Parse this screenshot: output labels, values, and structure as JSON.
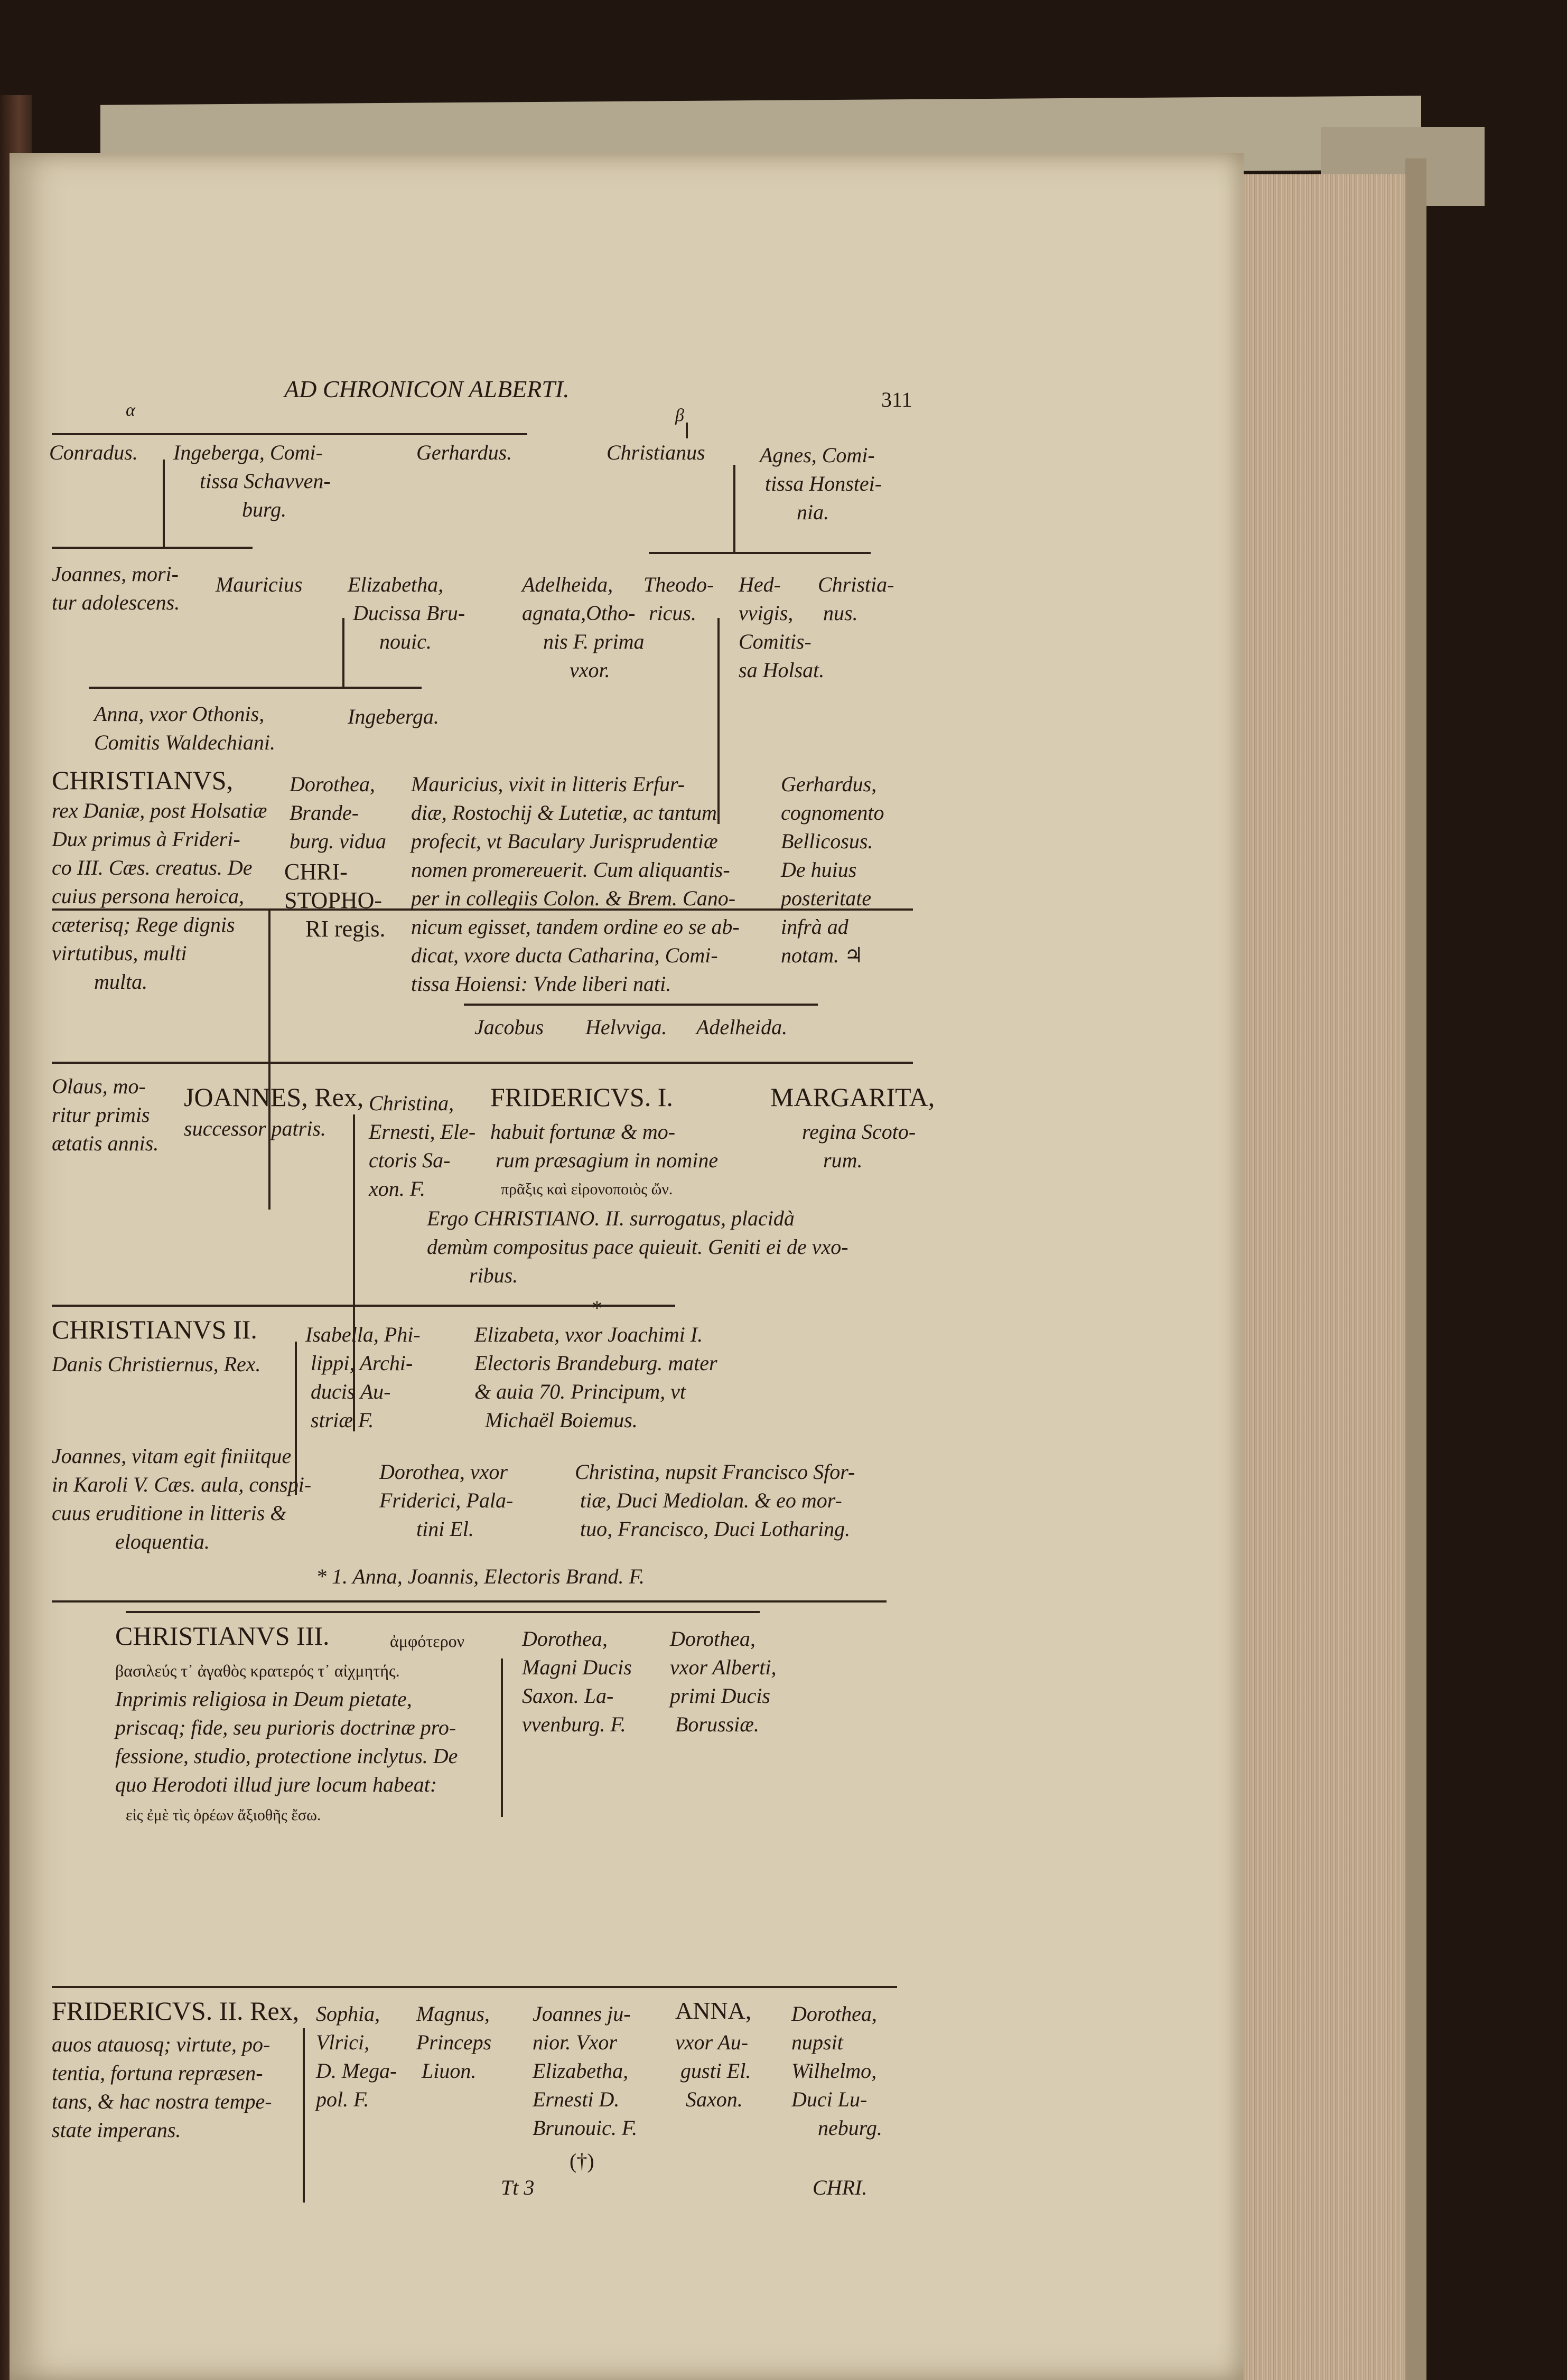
{
  "header": {
    "title": "AD CHRONICON ALBERTI.",
    "page_number": "311",
    "marker_alpha": "α",
    "marker_beta": "β"
  },
  "section1": {
    "conradus": "Conradus.",
    "ingeberga": [
      "Ingeberga, Comi-",
      "tissa Schavven-",
      "burg."
    ],
    "gerhardus": "Gerhardus.",
    "christianus": "Christianus",
    "agnes": [
      "Agnes, Comi-",
      "tissa Honstei-",
      "nia."
    ],
    "joannes": [
      "Joannes, mori-",
      "tur adolescens."
    ],
    "mauricius": "Mauricius",
    "elizabetha": [
      "Elizabetha,",
      "Ducissa Bru-",
      "nouic."
    ],
    "adelheida": [
      "Adelheida,",
      "agnata,Otho-",
      "nis F. prima",
      "vxor."
    ],
    "theodoricus": [
      "Theodo-",
      "ricus."
    ],
    "hedwigis": [
      "Hed-",
      "vvigis,",
      "Comitis-",
      "sa Holsat."
    ],
    "christianus2": [
      "Christia-",
      "nus."
    ],
    "anna": [
      "Anna, vxor Othonis,",
      "Comitis Waldechiani."
    ],
    "ingeberga2": "Ingeberga."
  },
  "section2": {
    "name": "CHRISTIANVS,",
    "desc": [
      "rex Daniæ, post Holsatiæ",
      "Dux primus à Frideri-",
      "co III. Cæs. creatus. De",
      "cuius persona heroica,",
      "cæterisq; Rege dignis",
      "virtutibus, multi",
      "multa."
    ],
    "dorothea": [
      "Dorothea,",
      "Brande-",
      "burg. vidua"
    ],
    "christophori": [
      "CHRI-",
      "STOPHO-",
      "RI regis."
    ],
    "mauricius": [
      "Mauricius, vixit in litteris Erfur-",
      "diæ, Rostochij & Lutetiæ, ac tantum",
      "profecit, vt Baculary Jurisprudentiæ",
      "nomen promereuerit. Cum aliquantis-",
      "per in collegiis Colon. & Brem. Cano-",
      "nicum egisset, tandem ordine eo se ab-",
      "dicat, vxore ducta Catharina, Comi-",
      "tissa Hoiensi: Vnde liberi nati."
    ],
    "gerhardus": [
      "Gerhardus,",
      "cognomento",
      "Bellicosus.",
      "De huius",
      "posteritate",
      "infrà ad",
      "notam. ♃"
    ],
    "children": [
      "Jacobus",
      "Helvvigа.",
      "Adelheida."
    ]
  },
  "section3": {
    "olaus": [
      "Olaus, mo-",
      "ritur primis",
      "ætatis annis."
    ],
    "joannes": "JOANNES, Rex,",
    "joannes_desc": "successor patris.",
    "christina": [
      "Christina,",
      "Ernesti, Ele-",
      "ctoris Sa-",
      "xon. F."
    ],
    "fridericus": "FRIDERICVS. I.",
    "fridericus_desc": [
      "habuit fortunæ & mo-",
      "rum præsagium in nomine"
    ],
    "greek": "πρᾶξις καὶ εἰρονοποιὸς ὤν.",
    "ergo": [
      "Ergo CHRISTIANO. II. surrogatus, placidà",
      "demùm compositus pace quieuit. Geniti ei de vxo-",
      "ribus."
    ],
    "margarita": "MARGARITA,",
    "margarita_desc": [
      "regina Scoto-",
      "rum."
    ],
    "asterisk": "*"
  },
  "section4": {
    "name": "CHRISTIANVS II.",
    "desc": "Danis Christiernus, Rex.",
    "isabella": [
      "Isabella, Phi-",
      "lippi, Archi-",
      "ducis Au-",
      "striæ F."
    ],
    "elizabeta": [
      "Elizabeta, vxor Joachimi I.",
      "Electoris Brandeburg. mater",
      "& auia 70. Principum, vt",
      "Michaël Boiemus."
    ]
  },
  "section5": {
    "joannes": [
      "Joannes, vitam egit finiitque",
      "in Karoli V. Cæs. aula, conspi-",
      "cuus eruditione in litteris &",
      "eloquentia."
    ],
    "dorothea": [
      "Dorothea, vxor",
      "Friderici, Pala-",
      "tini El."
    ],
    "christina": [
      "Christina, nupsit Francisco Sfor-",
      "tiæ, Duci Mediolan. & eo mor-",
      "tuo, Francisco, Duci Lotharing."
    ],
    "footnote": "* 1. Anna, Joannis, Electoris Brand. F."
  },
  "section6": {
    "name": "CHRISTIANVS III.",
    "greek1": "ἀμφότερον",
    "greek2": "βασιλεύς τ᾽ ἀγαθὸς κρατερός τ᾽ αἰχμητής.",
    "desc": [
      "Inprimis religiosa in Deum pietate,",
      "priscaq; fide, seu purioris doctrinæ pro-",
      "fessione, studio, protectione inclytus. De",
      "quo Herodoti illud jure locum habeat:"
    ],
    "greek3": "εἰς ἐμὲ τὶς ὀρέων ἄξιοθῆς ἔσω.",
    "dorothea1": [
      "Dorothea,",
      "Magni Ducis",
      "Saxon. La-",
      "vvenburg. F."
    ],
    "dorothea2": [
      "Dorothea,",
      "vxor Alberti,",
      "primi Ducis",
      "Borussiæ."
    ]
  },
  "section7": {
    "name": "FRIDERICVS. II. Rex,",
    "desc": [
      "auos atauosq; virtute, po-",
      "tentia, fortuna repræsen-",
      "tans, & hac nostra tempe-",
      "state imperans."
    ],
    "sophia": [
      "Sophia,",
      "Vlrici,",
      "D. Mega-",
      "pol. F."
    ],
    "magnus": [
      "Magnus,",
      "Princeps",
      "Liuon."
    ],
    "joannes": [
      "Joannes ju-",
      "nior. Vxor",
      "Elizabetha,",
      "Ernesti D.",
      "Brunouic. F."
    ],
    "anna": [
      "ANNA,",
      "vxor Au-",
      "gusti El.",
      "Saxon."
    ],
    "dorothea": [
      "Dorothea,",
      "nupsit",
      "Wilhelmo,",
      "Duci Lu-",
      "neburg."
    ],
    "dagger": "(†)"
  },
  "footer": {
    "signature": "Tt 3",
    "catchword": "CHRI."
  }
}
